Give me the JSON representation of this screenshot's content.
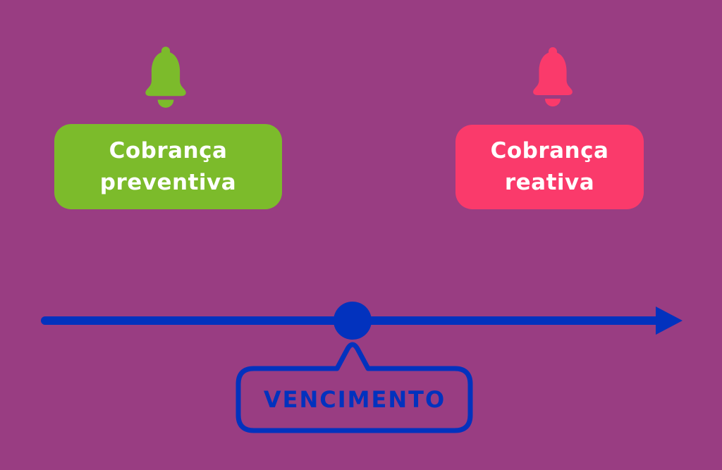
{
  "colors": {
    "background": "#993D82",
    "green": "#7CBB2B",
    "pink": "#FA3A6B",
    "blue": "#0232BE",
    "white": "#FFFFFF"
  },
  "diagram": {
    "items": [
      {
        "id": "preventive",
        "icon": "bell-icon",
        "accent_color": "#7CBB2B",
        "label_line1": "Cobrança",
        "label_line2": "preventiva"
      },
      {
        "id": "reactive",
        "icon": "bell-icon",
        "accent_color": "#FA3A6B",
        "label_line1": "Cobrança",
        "label_line2": "reativa"
      }
    ],
    "timeline": {
      "axis_color": "#0232BE",
      "marker_label": "VENCIMENTO"
    }
  }
}
